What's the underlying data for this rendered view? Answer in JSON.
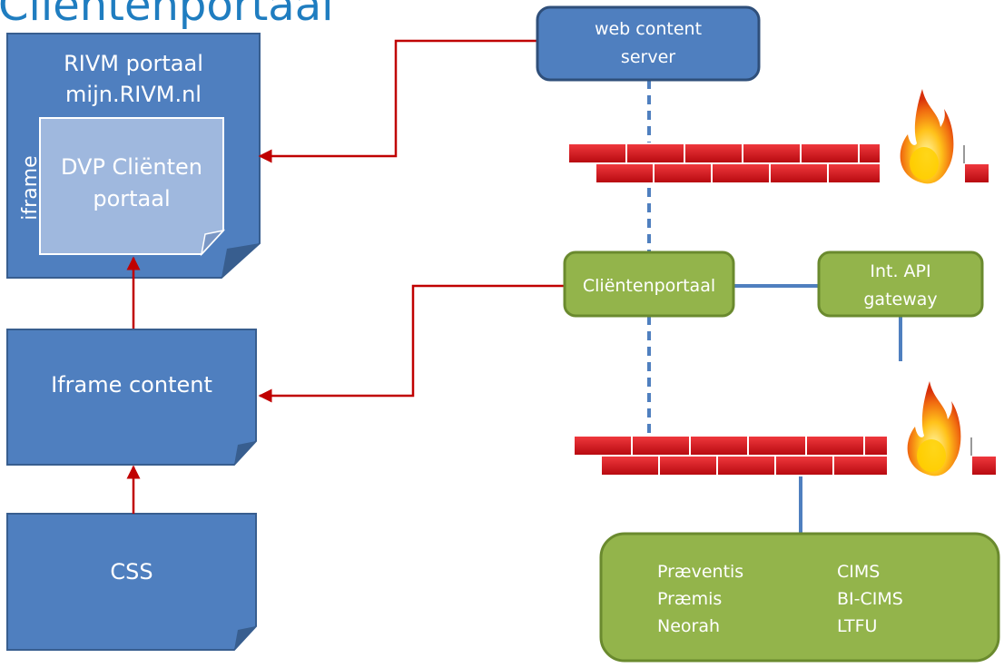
{
  "title": "Cliëntenportaal",
  "rivm_portal": {
    "line1": "RIVM portaal",
    "line2": "mijn.RIVM.nl",
    "iframe_label": "iframe"
  },
  "dvp_portal": {
    "line1": "DVP Cliënten",
    "line2": "portaal"
  },
  "iframe_content": {
    "label": "Iframe content"
  },
  "css_doc": {
    "label": "CSS"
  },
  "web_content_server": {
    "line1": "web content",
    "line2": "server"
  },
  "clientenportaal_node": {
    "label": "Cliëntenportaal"
  },
  "api_gateway": {
    "line1": "Int. API",
    "line2": "gateway"
  },
  "backend": {
    "left_items": [
      "Præventis",
      "Præmis",
      "Neorah"
    ],
    "right_items": [
      "CIMS",
      "BI-CIMS",
      "LTFU"
    ]
  },
  "colors": {
    "title": "#1f7dc0",
    "document_fill": "#4f7fbf",
    "document_stroke": "#385e8f",
    "inner_doc_fill": "#9fb8de",
    "server_fill": "#4f7fbf",
    "green_fill": "#93b44b",
    "green_stroke": "#6a8a2e",
    "arrow_red": "#c00000",
    "connector_blue": "#4f7fbf",
    "brick_red": "#e8141b"
  }
}
